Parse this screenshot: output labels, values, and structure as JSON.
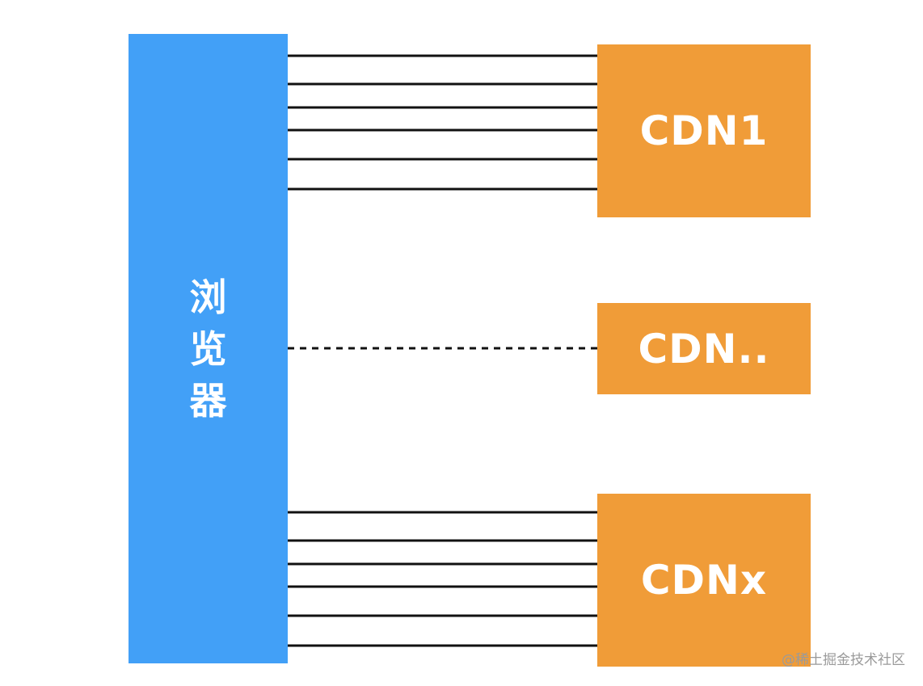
{
  "colors": {
    "browser": "#42A0F7",
    "cdn": "#F09C38",
    "line": "#111111"
  },
  "browser": {
    "label": "浏览器"
  },
  "cdn_nodes": [
    {
      "id": "cdn1",
      "label": "CDN1",
      "connections": 6,
      "style": "solid"
    },
    {
      "id": "cdn2",
      "label": "CDN..",
      "connections": 1,
      "style": "dashed"
    },
    {
      "id": "cdn3",
      "label": "CDNx",
      "connections": 6,
      "style": "solid"
    }
  ],
  "watermark": "@稀土掘金技术社区"
}
